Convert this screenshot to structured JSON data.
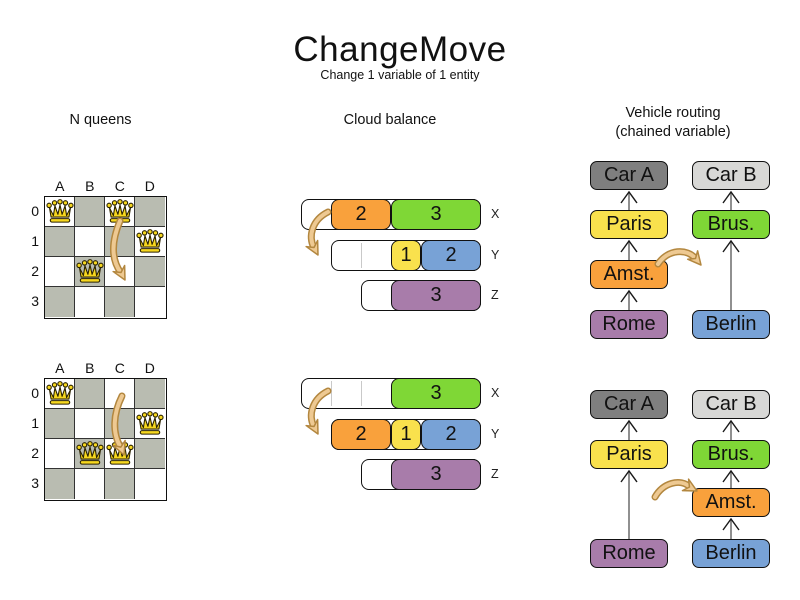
{
  "title": "ChangeMove",
  "subtitle": "Change 1 variable of 1 entity",
  "colors": {
    "orange": "#f9a13c",
    "green": "#7fd736",
    "yellow": "#f9e14d",
    "blue": "#78a2d6",
    "purple": "#a87caa",
    "car_a_gray": "#7f7f7f",
    "car_b_gray": "#d8d8d6",
    "board_gray": "#b9bcb1",
    "arrow_tan_fill": "#eec992",
    "arrow_tan_stroke": "#b3873f"
  },
  "sections": {
    "nqueens": {
      "label": "N queens",
      "column_labels": [
        "A",
        "B",
        "C",
        "D"
      ],
      "row_labels": [
        "0",
        "1",
        "2",
        "3"
      ],
      "boards": [
        {
          "name": "before",
          "queens": [
            {
              "col": "A",
              "row": 0
            },
            {
              "col": "C",
              "row": 0
            },
            {
              "col": "D",
              "row": 1
            },
            {
              "col": "B",
              "row": 2
            }
          ],
          "move_arrow": {
            "from": "C0",
            "to": "C2"
          }
        },
        {
          "name": "after",
          "queens": [
            {
              "col": "A",
              "row": 0
            },
            {
              "col": "D",
              "row": 1
            },
            {
              "col": "B",
              "row": 2
            },
            {
              "col": "C",
              "row": 2
            }
          ],
          "move_arrow": {
            "from": "C0",
            "to": "C2"
          }
        }
      ]
    },
    "cloud": {
      "label": "Cloud balance",
      "states": [
        {
          "name": "before",
          "move_arrow": {
            "process": "2",
            "from": "X",
            "to": "Y"
          },
          "computers": [
            {
              "label": "X",
              "capacity": 6,
              "free": 1,
              "processes": [
                {
                  "value": "2",
                  "color": "orange",
                  "size": 2
                },
                {
                  "value": "3",
                  "color": "green",
                  "size": 3
                }
              ]
            },
            {
              "label": "Y",
              "capacity": 5,
              "free": 2,
              "processes": [
                {
                  "value": "1",
                  "color": "yellow",
                  "size": 1
                },
                {
                  "value": "2",
                  "color": "blue",
                  "size": 2
                }
              ]
            },
            {
              "label": "Z",
              "capacity": 4,
              "free": 1,
              "processes": [
                {
                  "value": "3",
                  "color": "purple",
                  "size": 3
                }
              ]
            }
          ]
        },
        {
          "name": "after",
          "move_arrow": {
            "process": "2",
            "from": "X",
            "to": "Y"
          },
          "computers": [
            {
              "label": "X",
              "capacity": 6,
              "free": 3,
              "processes": [
                {
                  "value": "3",
                  "color": "green",
                  "size": 3
                }
              ]
            },
            {
              "label": "Y",
              "capacity": 5,
              "free": 0,
              "processes": [
                {
                  "value": "2",
                  "color": "orange",
                  "size": 2
                },
                {
                  "value": "1",
                  "color": "yellow",
                  "size": 1
                },
                {
                  "value": "2",
                  "color": "blue",
                  "size": 2
                }
              ]
            },
            {
              "label": "Z",
              "capacity": 4,
              "free": 1,
              "processes": [
                {
                  "value": "3",
                  "color": "purple",
                  "size": 3
                }
              ]
            }
          ]
        }
      ]
    },
    "vehicle": {
      "label_line1": "Vehicle routing",
      "label_line2": "(chained variable)",
      "states": [
        {
          "name": "before",
          "move_arrow": {
            "entity": "Amst.",
            "from_chain": "Car A",
            "to_chain": "Car B"
          },
          "chains": [
            {
              "boxes": [
                {
                  "label": "Car A",
                  "color": "car_a_gray",
                  "slot": 0
                },
                {
                  "label": "Paris",
                  "color": "yellow",
                  "slot": 1
                },
                {
                  "label": "Amst.",
                  "color": "orange",
                  "slot": 2
                },
                {
                  "label": "Rome",
                  "color": "purple",
                  "slot": 3
                }
              ]
            },
            {
              "boxes": [
                {
                  "label": "Car B",
                  "color": "car_b_gray",
                  "slot": 0
                },
                {
                  "label": "Brus.",
                  "color": "green",
                  "slot": 1
                },
                {
                  "label": "Berlin",
                  "color": "blue",
                  "slot": 3
                }
              ]
            }
          ]
        },
        {
          "name": "after",
          "move_arrow": {
            "entity": "Amst.",
            "from_chain": "Car A",
            "to_chain": "Car B"
          },
          "chains": [
            {
              "boxes": [
                {
                  "label": "Car A",
                  "color": "car_a_gray",
                  "slot": 0
                },
                {
                  "label": "Paris",
                  "color": "yellow",
                  "slot": 1
                },
                {
                  "label": "Rome",
                  "color": "purple",
                  "slot": 3
                }
              ]
            },
            {
              "boxes": [
                {
                  "label": "Car B",
                  "color": "car_b_gray",
                  "slot": 0
                },
                {
                  "label": "Brus.",
                  "color": "green",
                  "slot": 1
                },
                {
                  "label": "Amst.",
                  "color": "orange",
                  "slot": 2
                },
                {
                  "label": "Berlin",
                  "color": "blue",
                  "slot": 3
                }
              ]
            }
          ]
        }
      ]
    }
  }
}
